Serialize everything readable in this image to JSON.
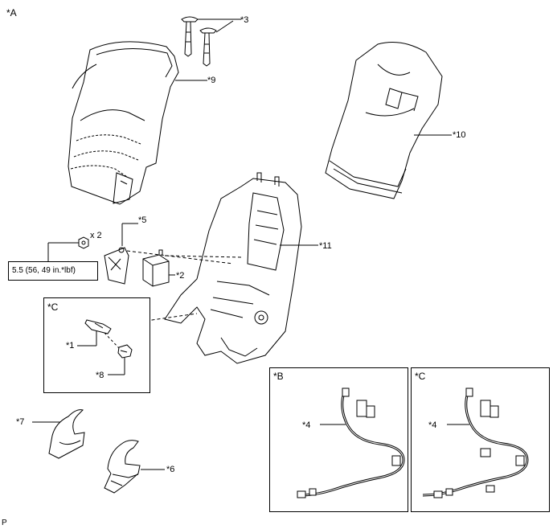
{
  "view_label": "*A",
  "footer_mark": "P",
  "callouts": {
    "c1": "*1",
    "c2": "*2",
    "c3": "*3",
    "c4_b": "*4",
    "c4_c": "*4",
    "c5": "*5",
    "c6": "*6",
    "c7": "*7",
    "c8": "*8",
    "c9": "*9",
    "c10": "*10",
    "c11": "*11"
  },
  "quantity": "x 2",
  "torque_spec": "5.5 (56, 49 in.*lbf)",
  "insets": {
    "c_small_title": "*C",
    "b_title": "*B",
    "c_title": "*C"
  },
  "parts": [
    {
      "id": "c1",
      "icon": "bracket-icon"
    },
    {
      "id": "c2",
      "icon": "control-module-icon"
    },
    {
      "id": "c3",
      "icon": "pin-icon"
    },
    {
      "id": "c4",
      "icon": "wire-harness-icon"
    },
    {
      "id": "c5",
      "icon": "bracket-icon"
    },
    {
      "id": "c6",
      "icon": "cover-icon"
    },
    {
      "id": "c7",
      "icon": "cover-icon"
    },
    {
      "id": "c8",
      "icon": "clip-icon"
    },
    {
      "id": "c9",
      "icon": "seatback-cover-icon"
    },
    {
      "id": "c10",
      "icon": "seatback-pad-icon"
    },
    {
      "id": "c11",
      "icon": "seat-frame-icon"
    }
  ]
}
